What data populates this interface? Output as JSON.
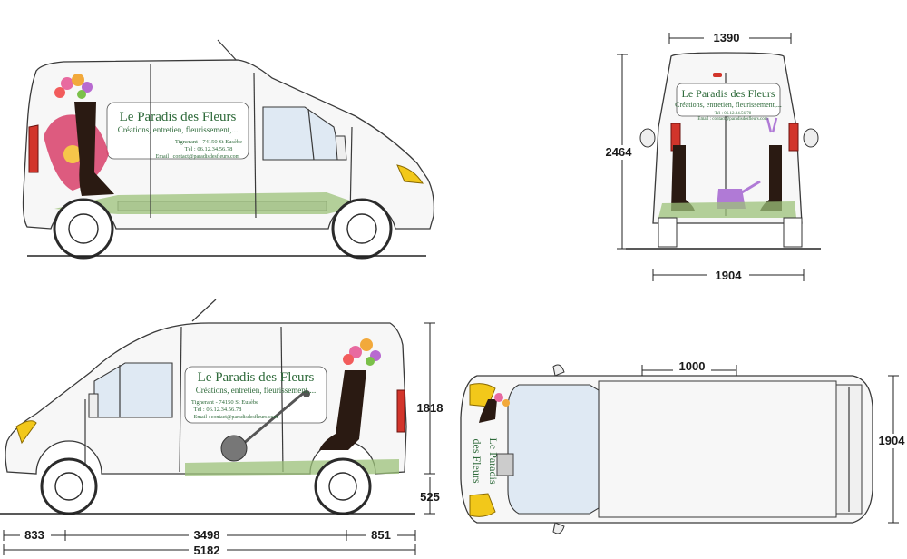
{
  "brand": {
    "name": "Le Paradis des Fleurs",
    "tagline": "Créations, entretien, fleurissement,...",
    "address": "Tignerant - 74150 St Eusèbe",
    "phone": "Tél : 06.12.34.56.78",
    "email": "Email : contact@paradisdesfleurs.com",
    "top_line1": "Le Paradis",
    "top_line2": "des Fleurs"
  },
  "dimensions": {
    "rear_top_width": "1390",
    "rear_height": "2464",
    "rear_bottom_width": "1904",
    "side_body_height": "1818",
    "side_ground_clearance": "525",
    "front_overhang": "833",
    "wheelbase": "3498",
    "rear_overhang": "851",
    "total_length": "5182",
    "top_width": "1904",
    "top_roof_segment": "1000"
  },
  "colors": {
    "accent_green": "#2e6a3a",
    "headlight": "#f2c81a",
    "taillight": "#d2352b",
    "flower_pink": "#d8406a"
  },
  "icons": [
    "van-side-view",
    "van-rear-view",
    "van-top-view",
    "boot-graphic",
    "flower-bouquet",
    "lawnmower-graphic",
    "watering-can-graphic",
    "garden-tools-graphic"
  ]
}
